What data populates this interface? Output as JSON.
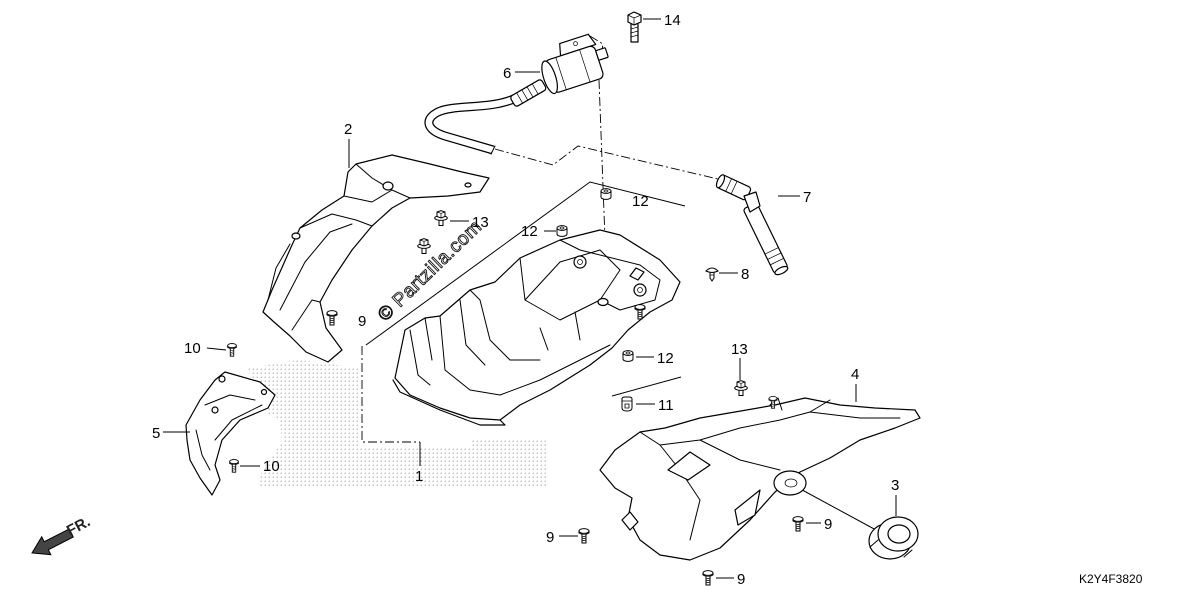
{
  "diagram": {
    "callouts": [
      "14",
      "6",
      "2",
      "7",
      "12",
      "12",
      "13",
      "8",
      "9",
      "12",
      "10",
      "13",
      "4",
      "11",
      "5",
      "10",
      "1",
      "3",
      "9",
      "9",
      "9"
    ],
    "watermark": "© Partzilla.com",
    "direction_label": "FR.",
    "diagram_code": "K2Y4F3820"
  },
  "colors": {
    "line": "#000000",
    "stipple": "#8a8a8a",
    "background": "#ffffff"
  }
}
